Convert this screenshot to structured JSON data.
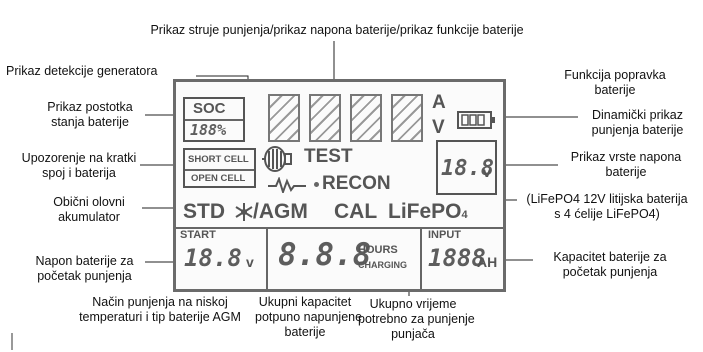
{
  "labels": {
    "charge_current_voltage_function": "Prikaz struje punjenja/prikaz napona baterije/prikaz funkcije baterije",
    "generator_detection": "Prikaz detekcije generatora",
    "repair_function": [
      "Funkcija popravka",
      "baterije"
    ],
    "soc_display": [
      "Prikaz postotka",
      "stanja baterije"
    ],
    "dynamic_charging": [
      "Dinamički prikaz",
      "punjenja baterije"
    ],
    "short_cell_warning": [
      "Upozorenje na kratki",
      "spoj i baterija"
    ],
    "voltage_type": [
      "Prikaz vrste napona",
      "baterije"
    ],
    "lifepo4_note": [
      "(LiFePO4 12V litijska baterija",
      "s 4 ćelije LiFePO4)"
    ],
    "lead_acid": [
      "Obični olovni",
      "akumulator"
    ],
    "start_voltage": [
      "Napon baterije za",
      "početak punjenja"
    ],
    "battery_capacity": [
      "Kapacitet baterije za",
      "početak punjenja"
    ],
    "low_temp_agm": [
      "Način punjenja na niskoj",
      "temperaturi i tip baterije AGM"
    ],
    "total_capacity": [
      "Ukupni kapacitet",
      "potpuno napunjene",
      "baterije"
    ],
    "total_time": [
      "Ukupno vrijeme",
      "potrebno za punjenje",
      "punjača"
    ]
  },
  "lcd": {
    "soc": "SOC",
    "soc_value": "188%",
    "short_cell": "SHORT CELL",
    "open_cell": "OPEN CELL",
    "test": "TEST",
    "recon": "RECON",
    "volt_unit_a": "A",
    "volt_unit_v": "V",
    "volt_type_value": "18.8",
    "volt_type_unit": "v",
    "std": "STD",
    "agm": "/AGM",
    "cal": "CAL",
    "lifepo": "LiFePO",
    "lifepo_sub": "4",
    "start": "START",
    "start_value": "18.8",
    "start_unit": "v",
    "center_value": "8.8.8",
    "hours": "HOURS",
    "charging": "CHARGING",
    "input": "INPUT",
    "input_value": "1888",
    "input_unit": "AH"
  }
}
